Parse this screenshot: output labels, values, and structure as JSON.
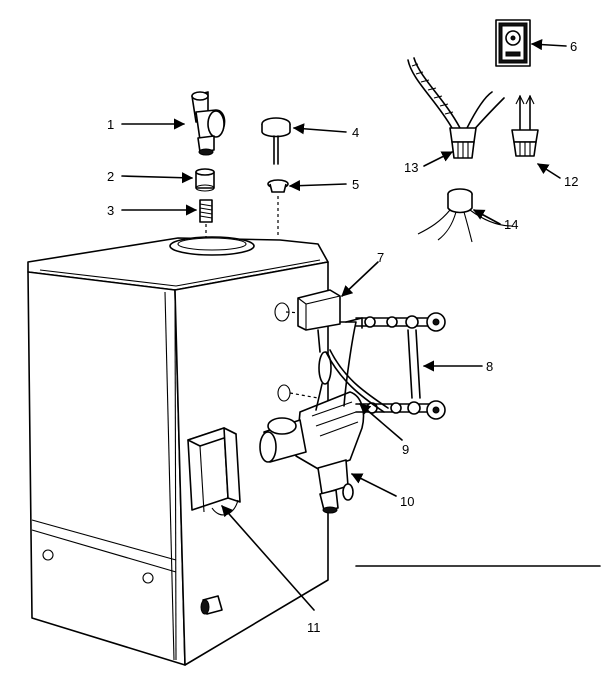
{
  "callouts": [
    {
      "id": "1",
      "label": "1"
    },
    {
      "id": "2",
      "label": "2"
    },
    {
      "id": "3",
      "label": "3"
    },
    {
      "id": "4",
      "label": "4"
    },
    {
      "id": "5",
      "label": "5"
    },
    {
      "id": "6",
      "label": "6"
    },
    {
      "id": "7",
      "label": "7"
    },
    {
      "id": "8",
      "label": "8"
    },
    {
      "id": "9",
      "label": "9"
    },
    {
      "id": "10",
      "label": "10"
    },
    {
      "id": "11",
      "label": "11"
    },
    {
      "id": "12",
      "label": "12"
    },
    {
      "id": "13",
      "label": "13"
    },
    {
      "id": "14",
      "label": "14"
    }
  ],
  "colors": {
    "ink": "#000000",
    "paper": "#ffffff"
  }
}
